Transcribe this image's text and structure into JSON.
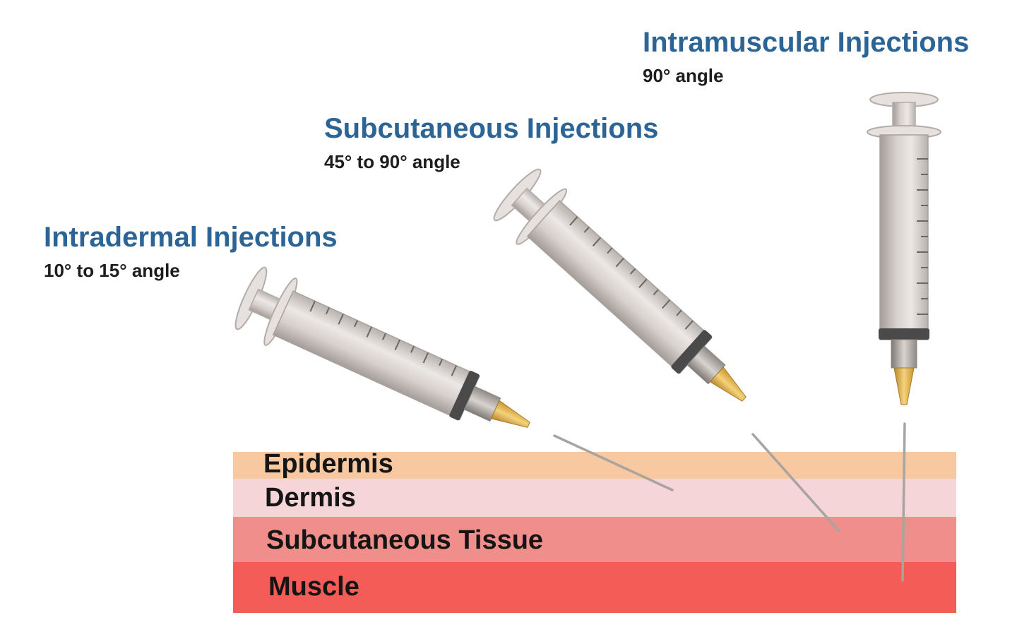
{
  "injections": [
    {
      "title": "Intradermal Injections",
      "angle": "10° to 15° angle"
    },
    {
      "title": "Subcutaneous Injections",
      "angle": "45° to 90° angle"
    },
    {
      "title": "Intramuscular Injections",
      "angle": "90° angle"
    }
  ],
  "layers": [
    {
      "label": "Epidermis",
      "color": "#f8c8a0"
    },
    {
      "label": "Dermis",
      "color": "#f5d5d8"
    },
    {
      "label": "Subcutaneous Tissue",
      "color": "#ef8e8a"
    },
    {
      "label": "Muscle",
      "color": "#f45c58"
    }
  ],
  "colors": {
    "title": "#2d6496",
    "needle_hub": "#e8b84a",
    "barrel": "#d9d3d0",
    "stopper": "#4a4a4a"
  }
}
